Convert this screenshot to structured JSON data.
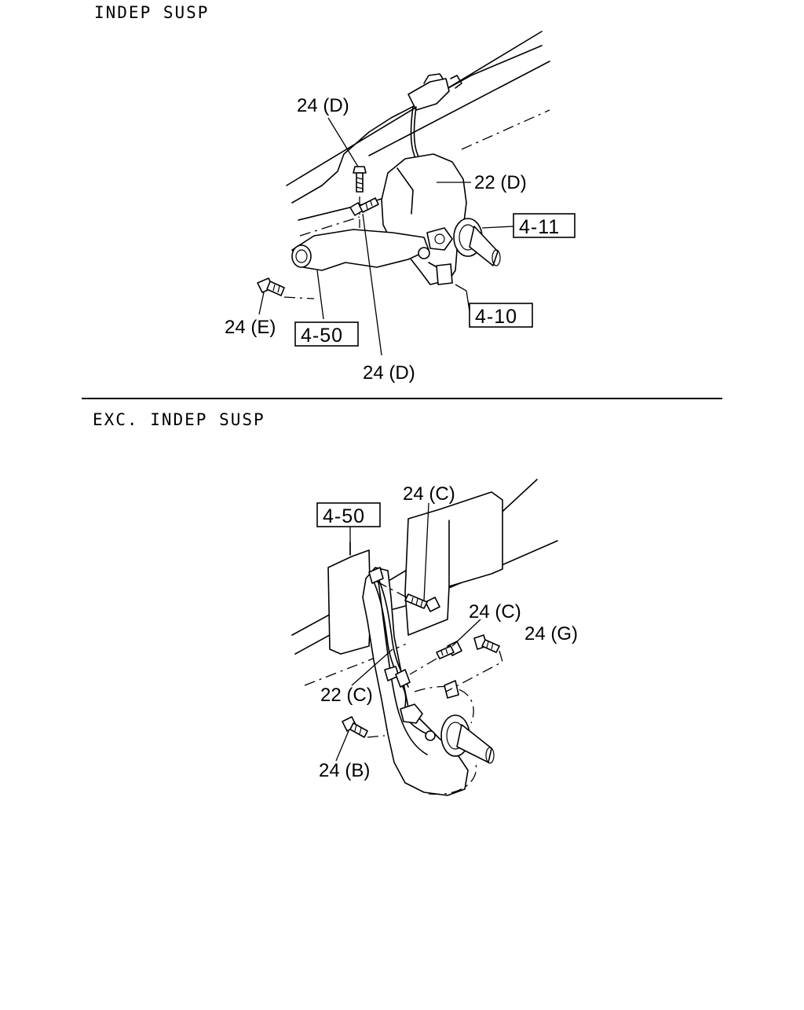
{
  "sections": [
    {
      "title": "INDEP SUSP",
      "labels": [
        "24 (D)",
        "22 (D)",
        "24 (E)",
        "24 (D)"
      ],
      "boxed_refs": [
        "4-11",
        "4-10",
        "4-50"
      ]
    },
    {
      "title": "EXC. INDEP SUSP",
      "labels": [
        "24 (C)",
        "24 (C)",
        "24 (G)",
        "22 (C)",
        "24 (B)"
      ],
      "boxed_refs": [
        "4-50"
      ]
    }
  ]
}
